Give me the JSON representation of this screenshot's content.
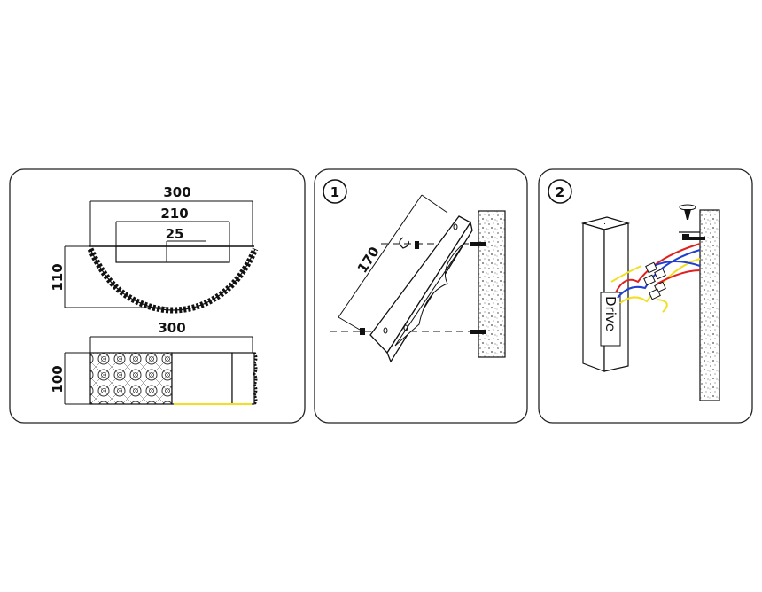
{
  "panel_front": {
    "dim_width_outer": "300",
    "dim_width_inner": "210",
    "dim_depth": "25",
    "dim_height": "110"
  },
  "panel_side": {
    "dim_width": "300",
    "dim_height": "100"
  },
  "step1": {
    "number": "1",
    "dim_bracket": "170"
  },
  "step2": {
    "number": "2",
    "driver_label": "Drive"
  },
  "colors": {
    "line": "#111111",
    "wire_red": "#e02020",
    "wire_blue": "#2040d0",
    "wire_yellow": "#f0e020",
    "stone": "#777777"
  }
}
